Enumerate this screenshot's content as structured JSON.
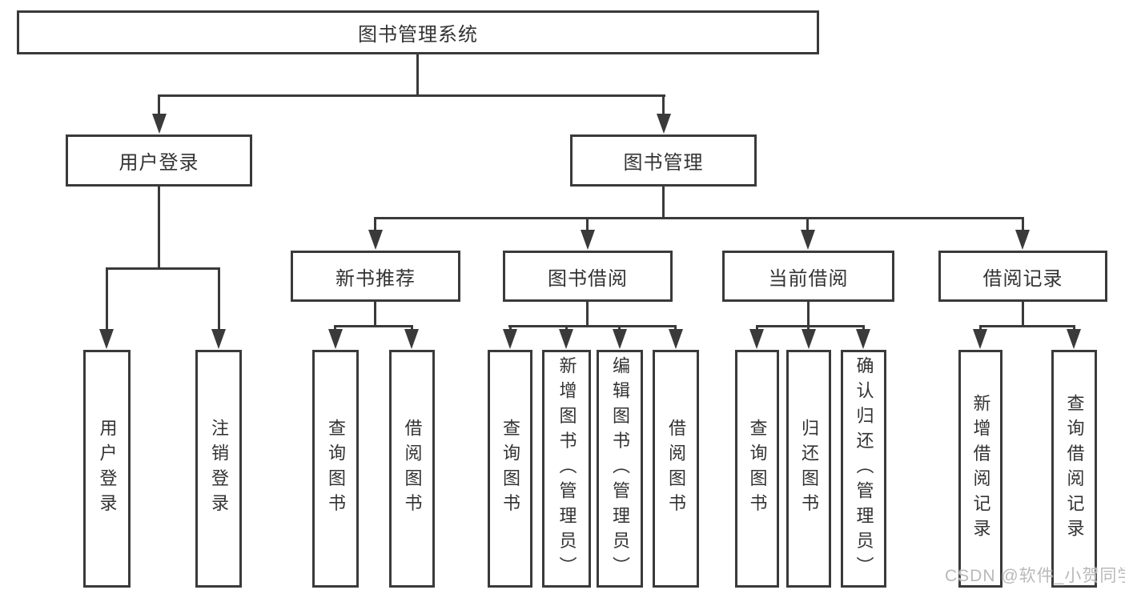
{
  "diagram": {
    "root": "图书管理系统",
    "branches": [
      {
        "label": "用户登录",
        "children": [
          "用户登录",
          "注销登录"
        ]
      },
      {
        "label": "图书管理",
        "sections": [
          {
            "label": "新书推荐",
            "children": [
              "查询图书",
              "借阅图书"
            ]
          },
          {
            "label": "图书借阅",
            "children": [
              "查询图书",
              "新增图书（管理员）",
              "编辑图书（管理员）",
              "借阅图书"
            ]
          },
          {
            "label": "当前借阅",
            "children": [
              "查询图书",
              "归还图书",
              "确认归还（管理员）"
            ]
          },
          {
            "label": "借阅记录",
            "children": [
              "新增借阅记录",
              "查询借阅记录"
            ]
          }
        ]
      }
    ]
  },
  "watermark": {
    "text": "CSDN @软件_小贺同学"
  },
  "colors": {
    "line": "#3a3a3a",
    "text": "#333333",
    "background": "#ffffff",
    "watermark": "#b9b9b9"
  }
}
